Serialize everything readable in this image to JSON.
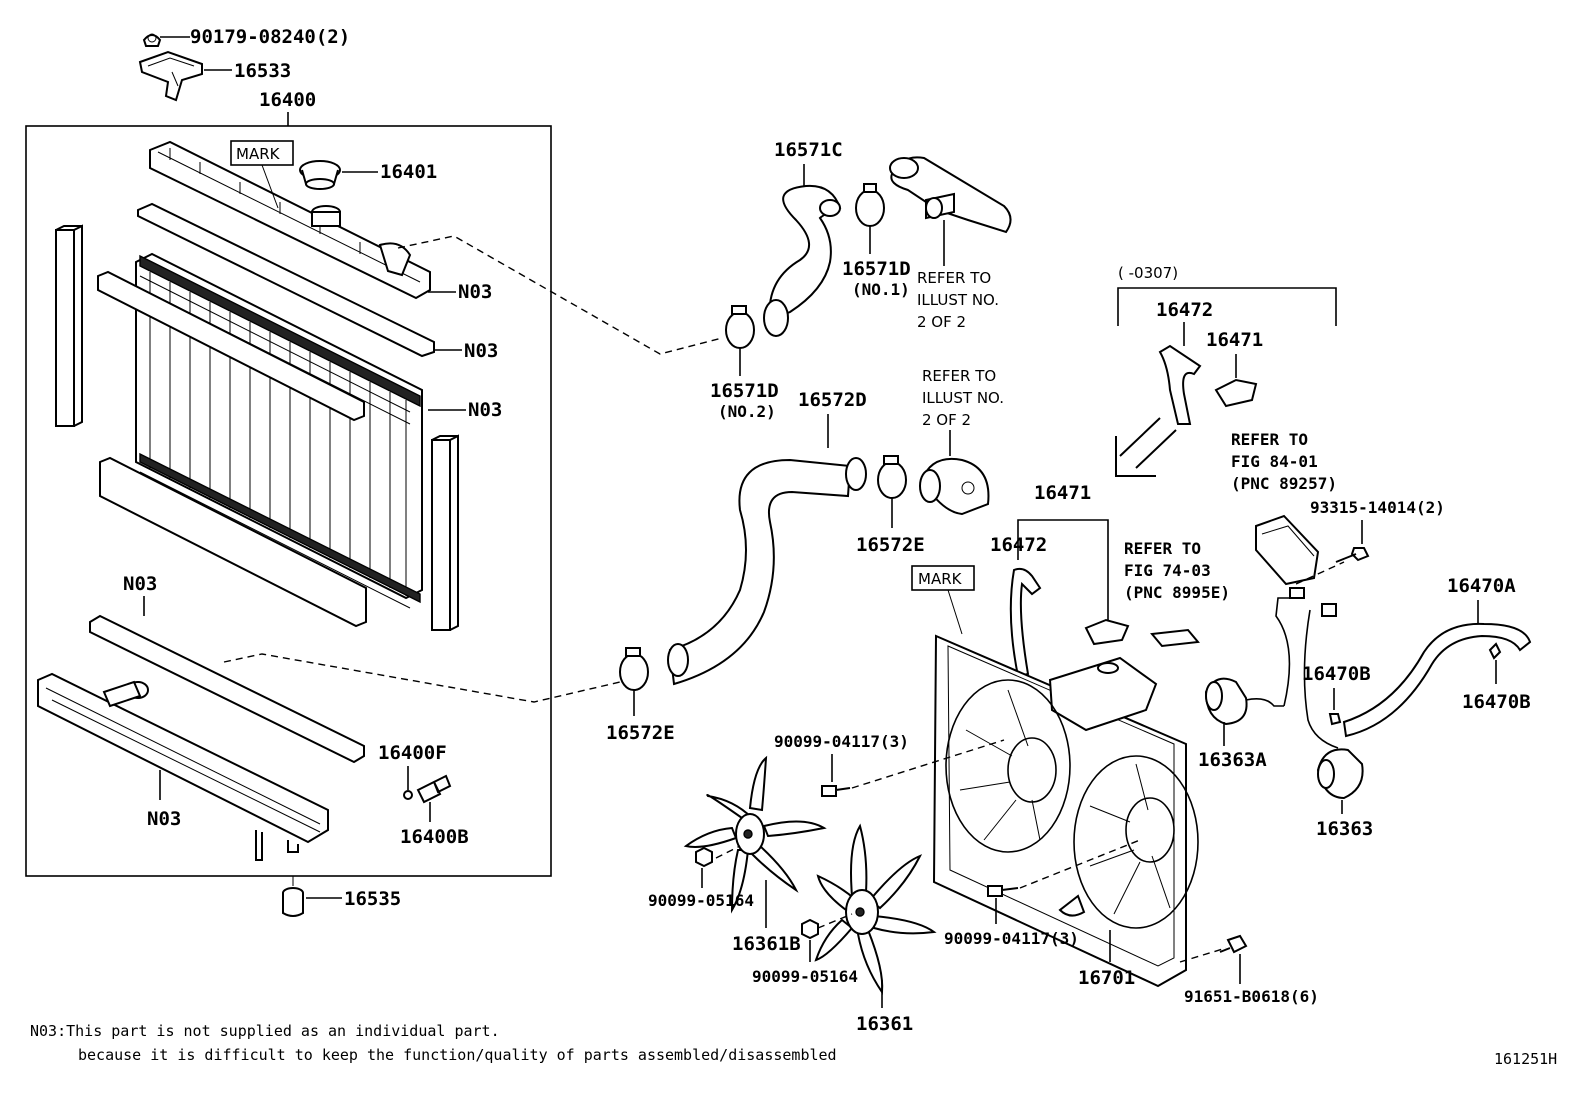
{
  "labels": {
    "clip_90179": "90179-08240(2)",
    "bracket_16533": "16533",
    "radiator_16400": "16400",
    "mark_top": "MARK",
    "cap_16401": "16401",
    "n03_a": "N03",
    "n03_b": "N03",
    "n03_c": "N03",
    "n03_d": "N03",
    "n03_e": "N03",
    "cock_16400F": "16400F",
    "plug_16400B": "16400B",
    "cushion_16535": "16535",
    "hose_16571C": "16571C",
    "clamp_16571D_1": "16571D",
    "clamp_16571D_1_sub": "(NO.1)",
    "clamp_16571D_2": "16571D",
    "clamp_16571D_2_sub": "(NO.2)",
    "refer_1_l1": "REFER TO",
    "refer_1_l2": "ILLUST NO.",
    "refer_1_l3": "2 OF 2",
    "hose_16572D": "16572D",
    "refer_2_l1": "REFER TO",
    "refer_2_l2": "ILLUST NO.",
    "refer_2_l3": "2 OF 2",
    "clamp_16572E_a": "16572E",
    "clamp_16572E_b": "16572E",
    "range_note": "(        -0307)",
    "hose_16472_a": "16472",
    "tank_16471_a": "16471",
    "refer_3_l1": "REFER TO",
    "refer_3_l2": "FIG 84-01",
    "refer_3_l3": "(PNC 89257)",
    "bolt_93315": "93315-14014(2)",
    "tank_16471_b": "16471",
    "hose_16472_b": "16472",
    "refer_4_l1": "REFER TO",
    "refer_4_l2": "FIG 74-03",
    "refer_4_l3": "(PNC 8995E)",
    "mark_fan": "MARK",
    "hose_16470A": "16470A",
    "clip_16470B_a": "16470B",
    "clip_16470B_b": "16470B",
    "motor_16363A": "16363A",
    "motor_16363": "16363",
    "screw_90099_04117_a": "90099-04117(3)",
    "nut_90099_05164_a": "90099-05164",
    "fan_16361B": "16361B",
    "nut_90099_05164_b": "90099-05164",
    "screw_90099_04117_b": "90099-04117(3)",
    "fan_16361": "16361",
    "shroud_16701": "16701",
    "bolt_91651": "91651-B0618(6)"
  },
  "footnote": {
    "line1": "N03:This part is not supplied as an individual part.",
    "line2": "because it is difficult to keep the function/quality of parts assembled/disassembled"
  },
  "figure_id": "161251H"
}
